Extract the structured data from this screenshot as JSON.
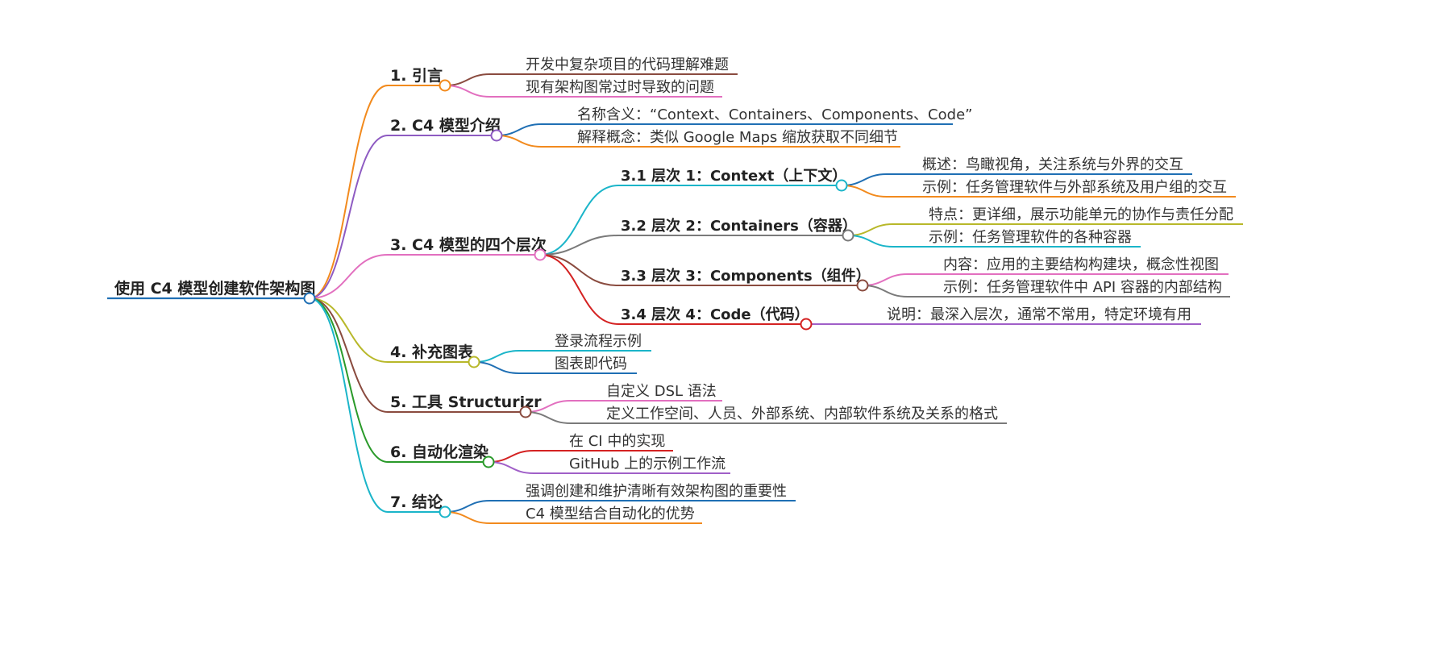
{
  "root": {
    "label": "使用 C4 模型创建软件架构图",
    "color": "#1f6fb4"
  },
  "sections": [
    {
      "label": "1. 引言",
      "color": "#f28a1d",
      "leaves": [
        {
          "label": "开发中复杂项目的代码理解难题",
          "color": "#8a4b3f"
        },
        {
          "label": "现有架构图常过时导致的问题",
          "color": "#e26fbf"
        }
      ]
    },
    {
      "label": "2. C4 模型介绍",
      "color": "#8e5bc2",
      "leaves": [
        {
          "label": "名称含义：“Context、Containers、Components、Code”",
          "color": "#1f6fb4"
        },
        {
          "label": "解释概念：类似 Google Maps 缩放获取不同细节",
          "color": "#f28a1d"
        }
      ]
    },
    {
      "label": "3. C4 模型的四个层次",
      "color": "#e26fbf",
      "subsections": [
        {
          "label": "3.1 层次 1：Context（上下文）",
          "color": "#1bb5c9",
          "leaves": [
            {
              "label": "概述：鸟瞰视角，关注系统与外界的交互",
              "color": "#1f6fb4"
            },
            {
              "label": "示例：任务管理软件与外部系统及用户组的交互",
              "color": "#f28a1d"
            }
          ]
        },
        {
          "label": "3.2 层次 2：Containers（容器）",
          "color": "#7a7a7a",
          "leaves": [
            {
              "label": "特点：更详细，展示功能单元的协作与责任分配",
              "color": "#b8b82a"
            },
            {
              "label": "示例：任务管理软件的各种容器",
              "color": "#1bb5c9"
            }
          ]
        },
        {
          "label": "3.3 层次 3：Components（组件）",
          "color": "#8a4b3f",
          "leaves": [
            {
              "label": "内容：应用的主要结构构建块，概念性视图",
              "color": "#e26fbf"
            },
            {
              "label": "示例：任务管理软件中 API 容器的内部结构",
              "color": "#7a7a7a"
            }
          ]
        },
        {
          "label": "3.4 层次 4：Code（代码）",
          "color": "#d42222",
          "leaves": [
            {
              "label": "说明：最深入层次，通常不常用，特定环境有用",
              "color": "#a05fc8"
            }
          ]
        }
      ]
    },
    {
      "label": "4. 补充图表",
      "color": "#b8b82a",
      "leaves": [
        {
          "label": "登录流程示例",
          "color": "#1bb5c9"
        },
        {
          "label": "图表即代码",
          "color": "#1f6fb4"
        }
      ]
    },
    {
      "label": "5. 工具 Structurizr",
      "color": "#8a4b3f",
      "leaves": [
        {
          "label": "自定义 DSL 语法",
          "color": "#e26fbf"
        },
        {
          "label": "定义工作空间、人员、外部系统、内部软件系统及关系的格式",
          "color": "#7a7a7a"
        }
      ]
    },
    {
      "label": "6. 自动化渲染",
      "color": "#2a9a2a",
      "leaves": [
        {
          "label": "在 CI 中的实现",
          "color": "#d42222"
        },
        {
          "label": "GitHub 上的示例工作流",
          "color": "#a05fc8"
        }
      ]
    },
    {
      "label": "7. 结论",
      "color": "#1bb5c9",
      "leaves": [
        {
          "label": "强调创建和维护清晰有效架构图的重要性",
          "color": "#1f6fb4"
        },
        {
          "label": "C4 模型结合自动化的优势",
          "color": "#f28a1d"
        }
      ]
    }
  ]
}
